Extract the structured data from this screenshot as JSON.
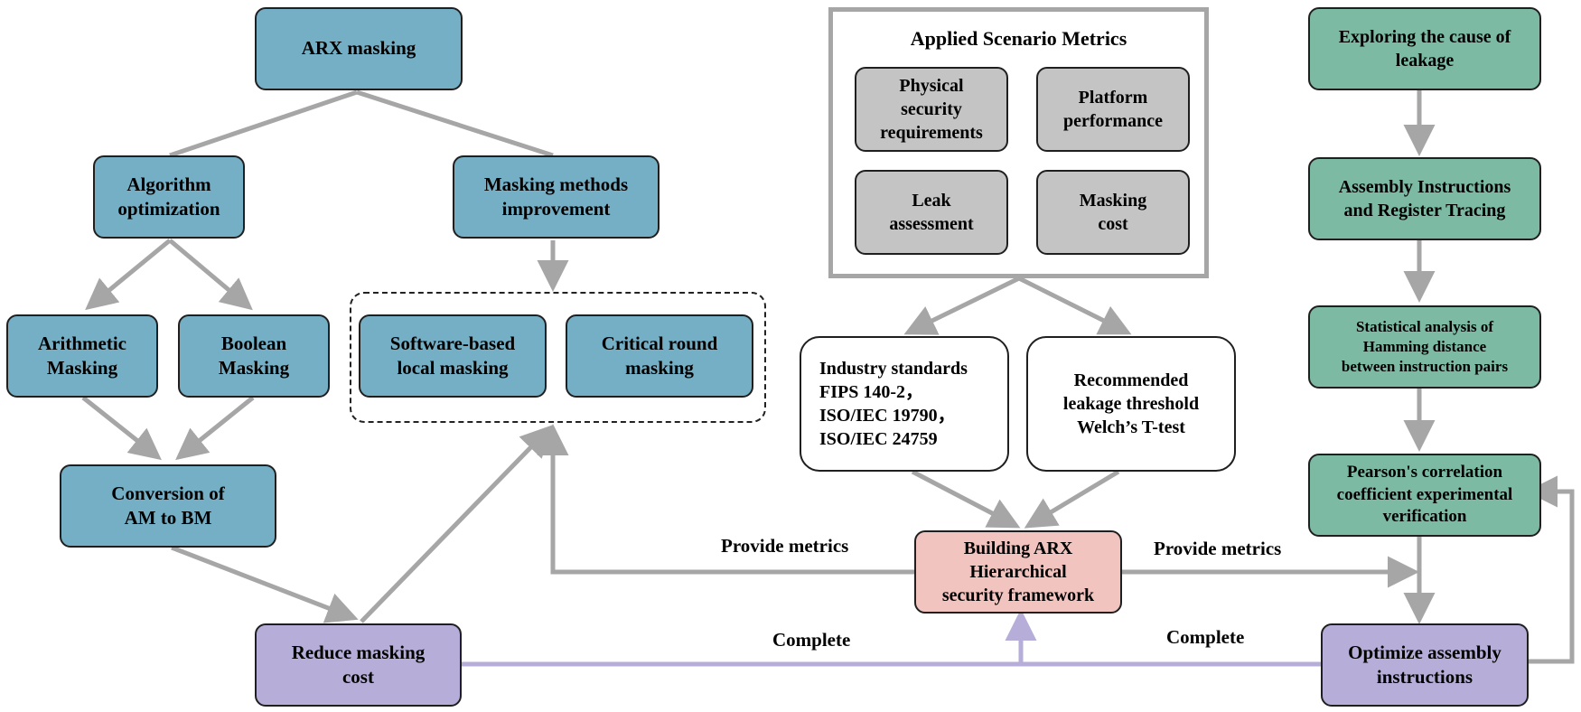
{
  "colors": {
    "edge_gray": "#a6a6a6",
    "edge_purple": "#b6aed8",
    "blue_node": "#74afc6",
    "green_node": "#7dbaa4",
    "gray_node": "#c4c4c4",
    "pink_node": "#f2c4c0",
    "purple_node": "#b6aed8"
  },
  "left": {
    "arx_masking": "ARX masking",
    "algorithm_optimization": "Algorithm\noptimization",
    "masking_methods_improvement": "Masking methods\nimprovement",
    "arithmetic_masking": "Arithmetic\nMasking",
    "boolean_masking": "Boolean\nMasking",
    "software_local_masking": "Software-based\nlocal masking",
    "critical_round_masking": "Critical round\nmasking",
    "conversion_am_bm": "Conversion of\nAM to BM",
    "reduce_masking_cost": "Reduce masking\ncost"
  },
  "center": {
    "metrics_title": "Applied Scenario Metrics",
    "physical_security": "Physical\nsecurity\nrequirements",
    "platform_performance": "Platform\nperformance",
    "leak_assessment": "Leak\nassessment",
    "masking_cost": "Masking\ncost",
    "industry_standards": "Industry standards\nFIPS 140-2，\nISO/IEC 19790，\nISO/IEC 24759",
    "recommended_threshold": "Recommended\nleakage threshold\nWelch’s T-test",
    "building_framework": "Building ARX\nHierarchical\nsecurity framework"
  },
  "right": {
    "exploring_cause": "Exploring  the cause of\nleakage",
    "assembly_tracing": "Assembly Instructions\nand Register Tracing",
    "statistical_analysis": "Statistical analysis of\nHamming distance\nbetween instruction  pairs",
    "pearson_verification": "Pearson's correlation\ncoefficient experimental\nverification",
    "optimize_assembly": "Optimize assembly\ninstructions"
  },
  "edge_labels": {
    "provide_metrics_left": "Provide metrics",
    "provide_metrics_right": "Provide metrics",
    "complete_left": "Complete",
    "complete_right": "Complete"
  }
}
